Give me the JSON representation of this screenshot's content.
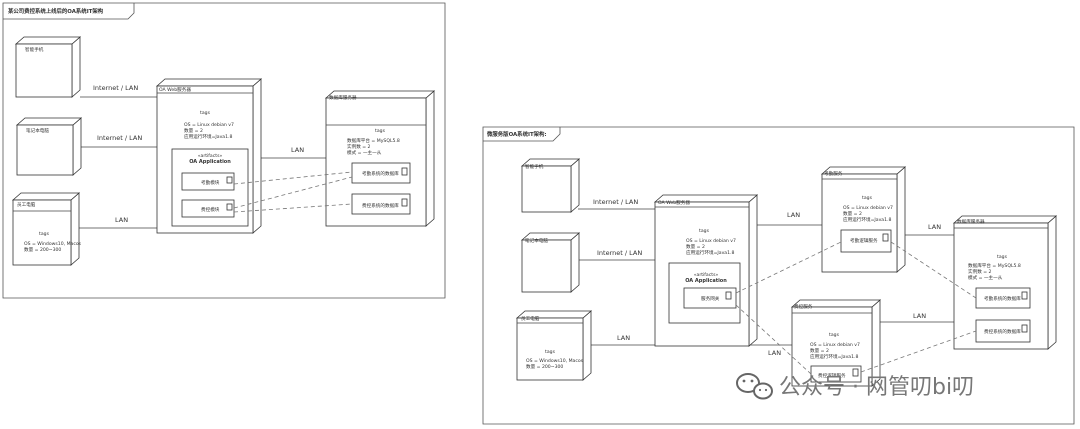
{
  "left": {
    "title": "某公司费控系统上线后的OA系统IT架构",
    "nodes": {
      "pc": {
        "name": "智能手机"
      },
      "laptop": {
        "name": "笔记本电脑"
      },
      "staff": {
        "name": "员工电脑",
        "tags": "tags",
        "os": "OS = Windows10, Macos",
        "count": "数量 = 200~300"
      },
      "web": {
        "name": "OA Web服务器",
        "tags": "tags",
        "os": "OS = Linux debian v7",
        "count": "数量 = 2",
        "env": "应用运行环境=Java1.8",
        "app_stereo": "«artifacts»",
        "app_name": "OA Application",
        "m1": "考勤模块",
        "m2": "费控模块"
      },
      "db": {
        "name": "数据库服务器",
        "tags": "tags",
        "platform": "数据库平台 = MySQL5.8",
        "inst": "实例数 = 2",
        "mode": "模式 = 一主一从",
        "d1": "考勤系统的数据库",
        "d2": "费控系统的数据库"
      }
    },
    "links": {
      "l1": "Internet / LAN",
      "l2": "Internet / LAN",
      "l3": "LAN",
      "l4": "LAN"
    }
  },
  "right": {
    "title": "微服务版OA系统IT架构:",
    "nodes": {
      "pc": {
        "name": "智能手机"
      },
      "laptop": {
        "name": "笔记本电脑"
      },
      "staff": {
        "name": "员工电脑",
        "tags": "tags",
        "os": "OS = Windows10, Macos",
        "count": "数量 = 200~300"
      },
      "web": {
        "name": "OA Web服务器",
        "tags": "tags",
        "os": "OS = Linux debian v7",
        "count": "数量 = 2",
        "env": "应用运行环境=Java1.8",
        "app_stereo": "«artifacts»",
        "app_name": "OA Application",
        "gw": "服务网关"
      },
      "kq": {
        "name": "考勤服务",
        "tags": "tags",
        "os": "OS = Linux debian v7",
        "count": "数量 = 2",
        "env": "应用运行环境=Java1.8",
        "svc": "考勤逻辑服务"
      },
      "fk": {
        "name": "费控服务",
        "tags": "tags",
        "os": "OS = Linux debian v7",
        "count": "数量 = 2",
        "env": "应用运行环境=Java1.8",
        "svc": "费控逻辑服务"
      },
      "db": {
        "name": "数据库服务器",
        "tags": "tags",
        "platform": "数据库平台 = MySQL5.8",
        "inst": "实例数 = 2",
        "mode": "模式 = 一主一从",
        "d1": "考勤系统的数据库",
        "d2": "费控系统的数据库"
      }
    },
    "links": {
      "l1": "Internet / LAN",
      "l2": "Internet / LAN",
      "l3": "LAN",
      "l4": "LAN",
      "l5": "LAN",
      "l6": "LAN",
      "l7": "LAN"
    }
  },
  "watermark": {
    "text": "公众号 · 网管叨bi叨"
  }
}
